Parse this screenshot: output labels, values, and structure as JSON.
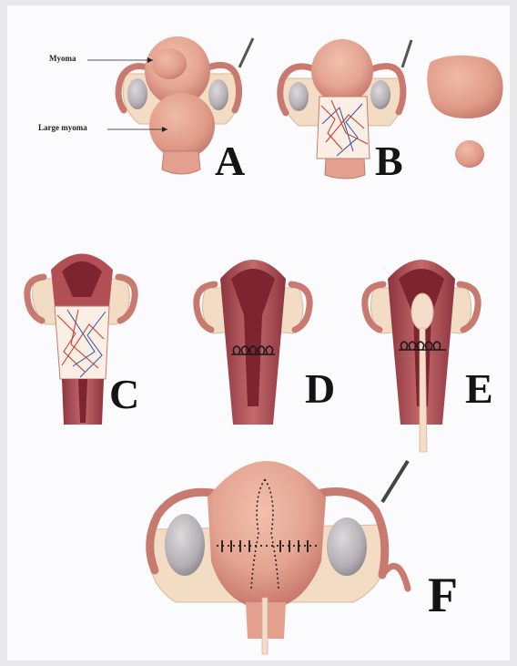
{
  "annotations": {
    "myoma": "Myoma",
    "large_myoma": "Large myoma"
  },
  "panels": {
    "A": "A",
    "B": "B",
    "C": "C",
    "D": "D",
    "E": "E",
    "F": "F"
  },
  "colors": {
    "tissue": "#e4a592",
    "tissue_dark": "#b96a63",
    "uterine_wall": "#a9474c",
    "cavity": "#7c2430",
    "ovary": "#b8b5b8",
    "ligament": "#f3dcc4",
    "suture": "#1a1a1a",
    "vessel_red": "#c0392b",
    "vessel_blue": "#3050a0"
  }
}
